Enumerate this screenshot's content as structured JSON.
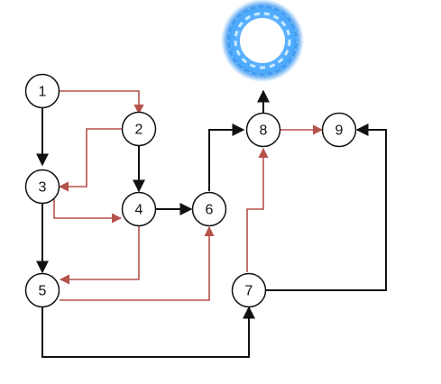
{
  "diagram": {
    "nodes": [
      {
        "id": "1",
        "label": "1"
      },
      {
        "id": "2",
        "label": "2"
      },
      {
        "id": "3",
        "label": "3"
      },
      {
        "id": "4",
        "label": "4"
      },
      {
        "id": "5",
        "label": "5"
      },
      {
        "id": "6",
        "label": "6"
      },
      {
        "id": "7",
        "label": "7"
      },
      {
        "id": "8",
        "label": "8"
      },
      {
        "id": "9",
        "label": "9"
      }
    ],
    "edges": [
      {
        "from": "1",
        "to": "3",
        "color": "black"
      },
      {
        "from": "1",
        "to": "2",
        "color": "red"
      },
      {
        "from": "2",
        "to": "3",
        "color": "red"
      },
      {
        "from": "2",
        "to": "4",
        "color": "black"
      },
      {
        "from": "3",
        "to": "4",
        "color": "red"
      },
      {
        "from": "3",
        "to": "5",
        "color": "black"
      },
      {
        "from": "4",
        "to": "6",
        "color": "black"
      },
      {
        "from": "4",
        "to": "5",
        "color": "red"
      },
      {
        "from": "5",
        "to": "6",
        "color": "red"
      },
      {
        "from": "5",
        "to": "7",
        "color": "black"
      },
      {
        "from": "6",
        "to": "8",
        "color": "black"
      },
      {
        "from": "7",
        "to": "8",
        "color": "red"
      },
      {
        "from": "7",
        "to": "9",
        "color": "black"
      },
      {
        "from": "8",
        "to": "9",
        "color": "red"
      },
      {
        "from": "8",
        "to": "portal",
        "color": "black"
      }
    ],
    "portal_icon": "blue-portal-ring-icon",
    "colors": {
      "black": "#111111",
      "red": "#b5524c",
      "portal": "#3fa7ff"
    }
  }
}
